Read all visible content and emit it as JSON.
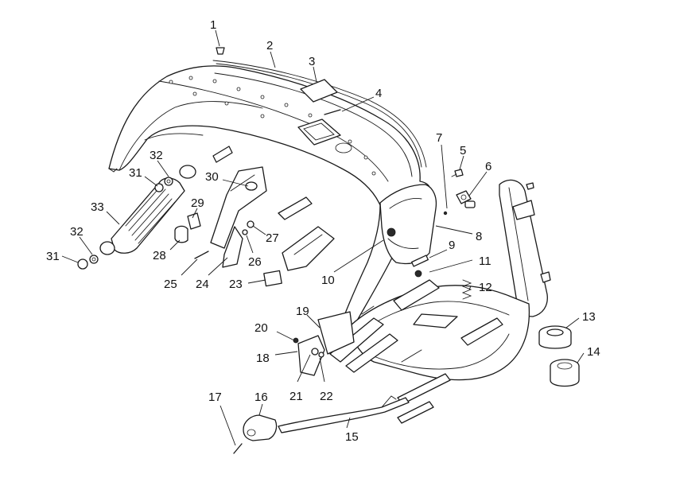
{
  "diagram": {
    "callouts": [
      {
        "id": "1",
        "label": "1"
      },
      {
        "id": "2",
        "label": "2"
      },
      {
        "id": "3",
        "label": "3"
      },
      {
        "id": "4",
        "label": "4"
      },
      {
        "id": "5",
        "label": "5"
      },
      {
        "id": "6",
        "label": "6"
      },
      {
        "id": "7",
        "label": "7"
      },
      {
        "id": "8",
        "label": "8"
      },
      {
        "id": "9",
        "label": "9"
      },
      {
        "id": "10",
        "label": "10"
      },
      {
        "id": "11",
        "label": "11"
      },
      {
        "id": "12",
        "label": "12"
      },
      {
        "id": "13",
        "label": "13"
      },
      {
        "id": "14",
        "label": "14"
      },
      {
        "id": "15",
        "label": "15"
      },
      {
        "id": "16",
        "label": "16"
      },
      {
        "id": "17",
        "label": "17"
      },
      {
        "id": "18",
        "label": "18"
      },
      {
        "id": "19",
        "label": "19"
      },
      {
        "id": "20",
        "label": "20"
      },
      {
        "id": "21",
        "label": "21"
      },
      {
        "id": "22",
        "label": "22"
      },
      {
        "id": "23",
        "label": "23"
      },
      {
        "id": "24",
        "label": "24"
      },
      {
        "id": "25",
        "label": "25"
      },
      {
        "id": "26",
        "label": "26"
      },
      {
        "id": "27",
        "label": "27"
      },
      {
        "id": "28",
        "label": "28"
      },
      {
        "id": "29",
        "label": "29"
      },
      {
        "id": "30",
        "label": "30"
      },
      {
        "id": "31a",
        "label": "31"
      },
      {
        "id": "31b",
        "label": "31"
      },
      {
        "id": "32a",
        "label": "32"
      },
      {
        "id": "32b",
        "label": "32"
      },
      {
        "id": "33",
        "label": "33"
      }
    ]
  }
}
